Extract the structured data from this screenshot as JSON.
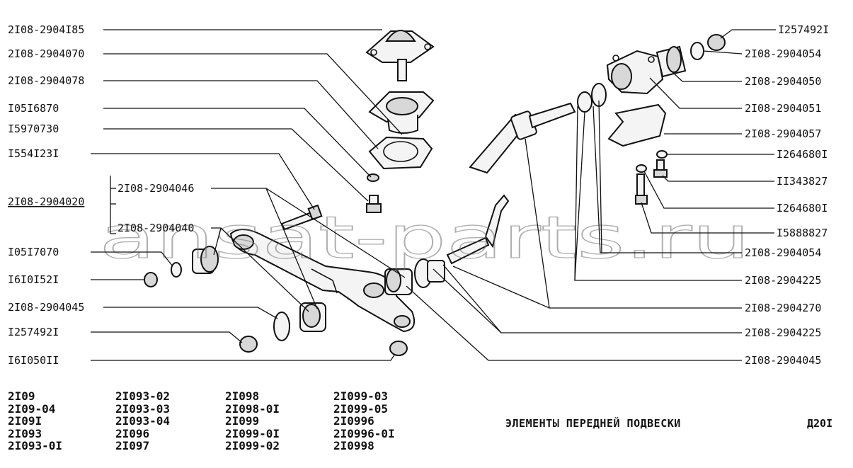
{
  "watermark": "ansat-parts.ru",
  "labels_left": [
    "2I08-2904I85",
    "2I08-2904070",
    "2I08-2904078",
    "I05I6870",
    "I5970730",
    "I554I23I",
    "2I08-2904046",
    "2I08-2904020",
    "2I08-2904040",
    "I05I7070",
    "I6I0I52I",
    "2I08-2904045",
    "I257492I",
    "I6I050II"
  ],
  "labels_right": [
    "I257492I",
    "2I08-2904054",
    "2I08-2904050",
    "2I08-2904051",
    "2I08-2904057",
    "I264680I",
    "II343827",
    "I264680I",
    "I5888827",
    "2I08-2904054",
    "2I08-2904225",
    "2I08-2904270",
    "2I08-2904225",
    "2I08-2904045"
  ],
  "models": [
    [
      "2I09",
      "2I09-04",
      "2I09I",
      "2I093",
      "2I093-0I"
    ],
    [
      "2I093-02",
      "2I093-03",
      "2I093-04",
      "2I096",
      "2I097"
    ],
    [
      "2I098",
      "2I098-0I",
      "2I099",
      "2I099-0I",
      "2I099-02"
    ],
    [
      "2I099-03",
      "2I099-05",
      "2I0996",
      "2I0996-0I",
      "2I0998"
    ]
  ],
  "title": "ЭЛЕМЕНТЫ ПЕРЕДНЕЙ ПОДВЕСКИ",
  "sheet": "Д20I"
}
